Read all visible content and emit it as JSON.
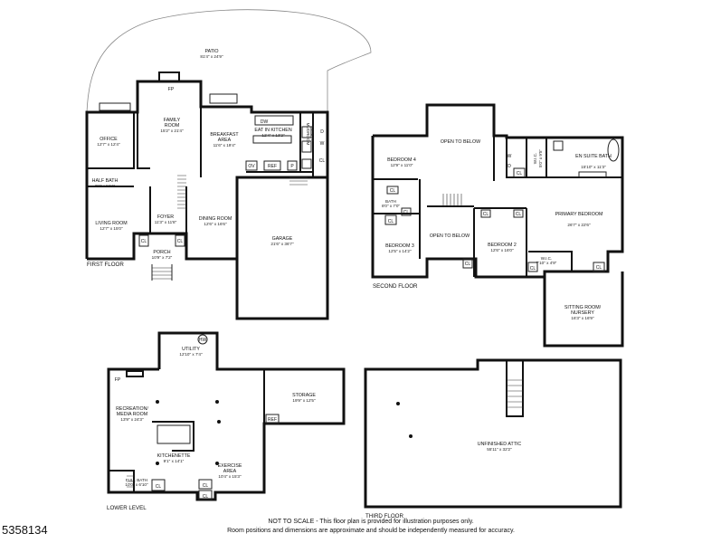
{
  "patio": {
    "name": "PATIO",
    "dim": "81'4\" x 24'9\""
  },
  "floors": {
    "first": "FIRST FLOOR",
    "second": "SECOND FLOOR",
    "third": "THIRD FLOOR",
    "lower": "LOWER LEVEL"
  },
  "first_floor": {
    "office": {
      "name": "OFFICE",
      "dim": "12'7\" x 12'4\""
    },
    "family_room": {
      "name": "FAMILY ROOM",
      "dim": "15'2\" x 21'4\""
    },
    "breakfast_area": {
      "name": "BREAKFAST AREA",
      "dim": "11'6\" x 19'4\""
    },
    "eat_in_kitchen": {
      "name": "EAT IN KITCHEN",
      "dim": "12'4\" x 13'2\""
    },
    "mudroom": {
      "name": "MUDROOM",
      "dim": "8'1\" x 12'"
    },
    "half_bath": {
      "name": "HALF BATH",
      "dim": "6'0\" x 5'11\""
    },
    "living_room": {
      "name": "LIVING ROOM",
      "dim": "12'7\" x 15'0\""
    },
    "foyer": {
      "name": "FOYER",
      "dim": "11'3\" x 11'8\""
    },
    "dining_room": {
      "name": "DINING ROOM",
      "dim": "12'6\" x 16'6\""
    },
    "porch": {
      "name": "PORCH",
      "dim": "10'9\" x 7'2\""
    },
    "garage": {
      "name": "GARAGE",
      "dim": "21'6\" x 36'7\""
    },
    "fp": "FP",
    "dw": "DW",
    "ov": "OV",
    "ref": "REF",
    "p": "P",
    "d": "D",
    "w": "W",
    "cl": "CL"
  },
  "second_floor": {
    "bedroom4": {
      "name": "BEDROOM 4",
      "dim": "12'9\" x 11'0\""
    },
    "open_to_below_top": "OPEN TO BELOW",
    "wic": {
      "name": "W.I.C.",
      "dim": "5'0\" x 9'5\""
    },
    "en_suite_bath": {
      "name": "EN SUITE BATH",
      "dim": "15'10\" x 11'3\""
    },
    "bath": {
      "name": "BATH",
      "dim": "8'0\" x 7'0\""
    },
    "primary_bedroom": {
      "name": "PRIMARY BEDROOM",
      "dim": "26'7\" x 22'6\""
    },
    "open_to_below_mid": "OPEN TO BELOW",
    "bedroom3": {
      "name": "BEDROOM 3",
      "dim": "12'5\" x 14'2\""
    },
    "bedroom2": {
      "name": "BEDROOM 2",
      "dim": "12'6\" x 16'0\""
    },
    "wic2": {
      "name": "W.I.C.",
      "dim": "7'10\" x 4'9\""
    },
    "sitting_room": {
      "name": "SITTING ROOM/ NURSERY",
      "dim": "16'3\" x 16'9\""
    },
    "d": "D",
    "w": "W",
    "cl": "CL"
  },
  "lower_level": {
    "utility": {
      "name": "UTILITY",
      "dim": "12'10\" x 7'4\""
    },
    "hw": "HW",
    "fp": "FP",
    "recreation": {
      "name": "RECREATION/ MEDIA ROOM",
      "dim": "13'9\" x 24'3\""
    },
    "storage": {
      "name": "STORAGE",
      "dim": "19'9\" x 12'5\""
    },
    "ref": "REF",
    "kitchenette": {
      "name": "KITCHENETTE",
      "dim": "9'1\" x 14'1\""
    },
    "exercise": {
      "name": "EXERCISE AREA",
      "dim": "10'4\" x 15'3\""
    },
    "full_bath": {
      "name": "FULL BATH",
      "dim": "10'0\" x 6'10\""
    },
    "cl": "CL"
  },
  "third_floor": {
    "attic": {
      "name": "UNFINISHED ATTIC",
      "dim": "55'11\" x 32'2\""
    }
  },
  "doc_id": "5358134",
  "disclaimer": {
    "line1": "NOT TO SCALE - This floor plan is provided for illustration purposes only.",
    "line2": "Room positions and dimensions are approximate and should be independently measured for accuracy."
  }
}
